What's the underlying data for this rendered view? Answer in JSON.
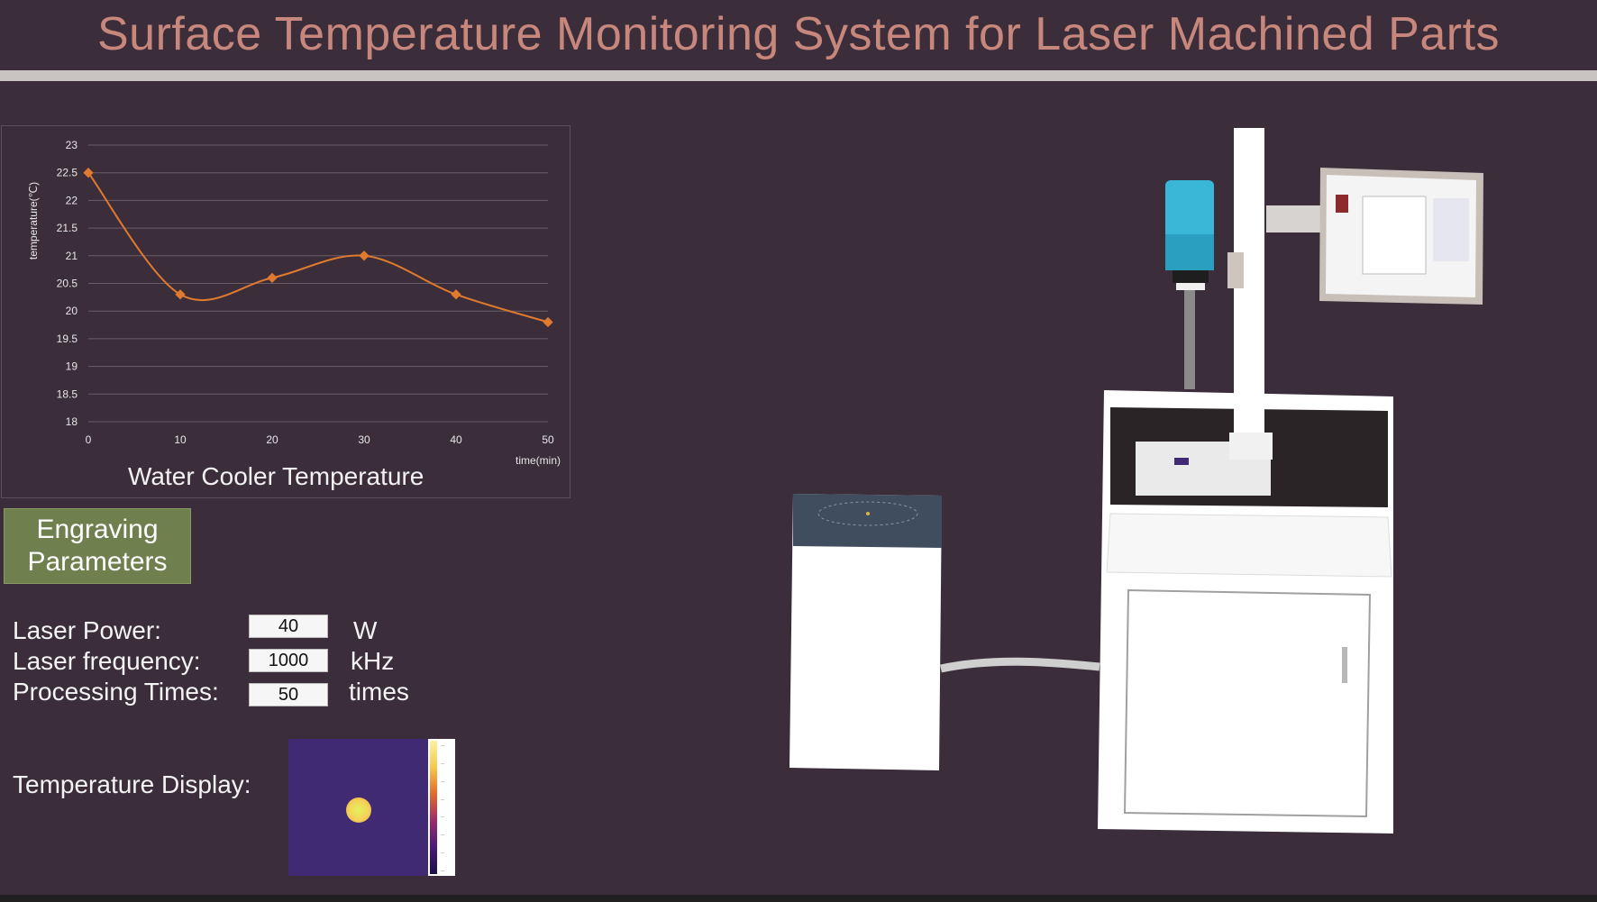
{
  "header": {
    "title": "Surface Temperature Monitoring System for Laser Machined Parts"
  },
  "chart_data": {
    "type": "line",
    "title": "Water Cooler Temperature",
    "xlabel": "time(min)",
    "ylabel": "temperature(℃)",
    "x": [
      0,
      10,
      20,
      30,
      40,
      50
    ],
    "series": [
      {
        "values": [
          22.5,
          20.3,
          20.6,
          21.0,
          20.3,
          19.8
        ]
      }
    ],
    "xlim": [
      0,
      50
    ],
    "ylim": [
      18,
      23
    ],
    "xticks": [
      "0",
      "10",
      "20",
      "30",
      "40",
      "50"
    ],
    "yticks": [
      "18",
      "18.5",
      "19",
      "19.5",
      "20",
      "20.5",
      "21",
      "21.5",
      "22",
      "22.5",
      "23"
    ],
    "grid": true,
    "line_color": "#e07a2e"
  },
  "engraving": {
    "button_label_line1": "Engraving",
    "button_label_line2": "Parameters",
    "button_color": "#6f7f4d"
  },
  "params": {
    "laser_power": {
      "label": "Laser Power:",
      "value": "40",
      "unit": "W"
    },
    "laser_frequency": {
      "label": "Laser frequency:",
      "value": "1000",
      "unit": "kHz"
    },
    "processing_times": {
      "label": "Processing Times:",
      "value": "50",
      "unit": "times"
    }
  },
  "temperature_display": {
    "label": "Temperature Display:"
  },
  "colors": {
    "background": "#3b2e3a",
    "title": "#c8877c",
    "accent_rule": "#c9c4c2"
  }
}
